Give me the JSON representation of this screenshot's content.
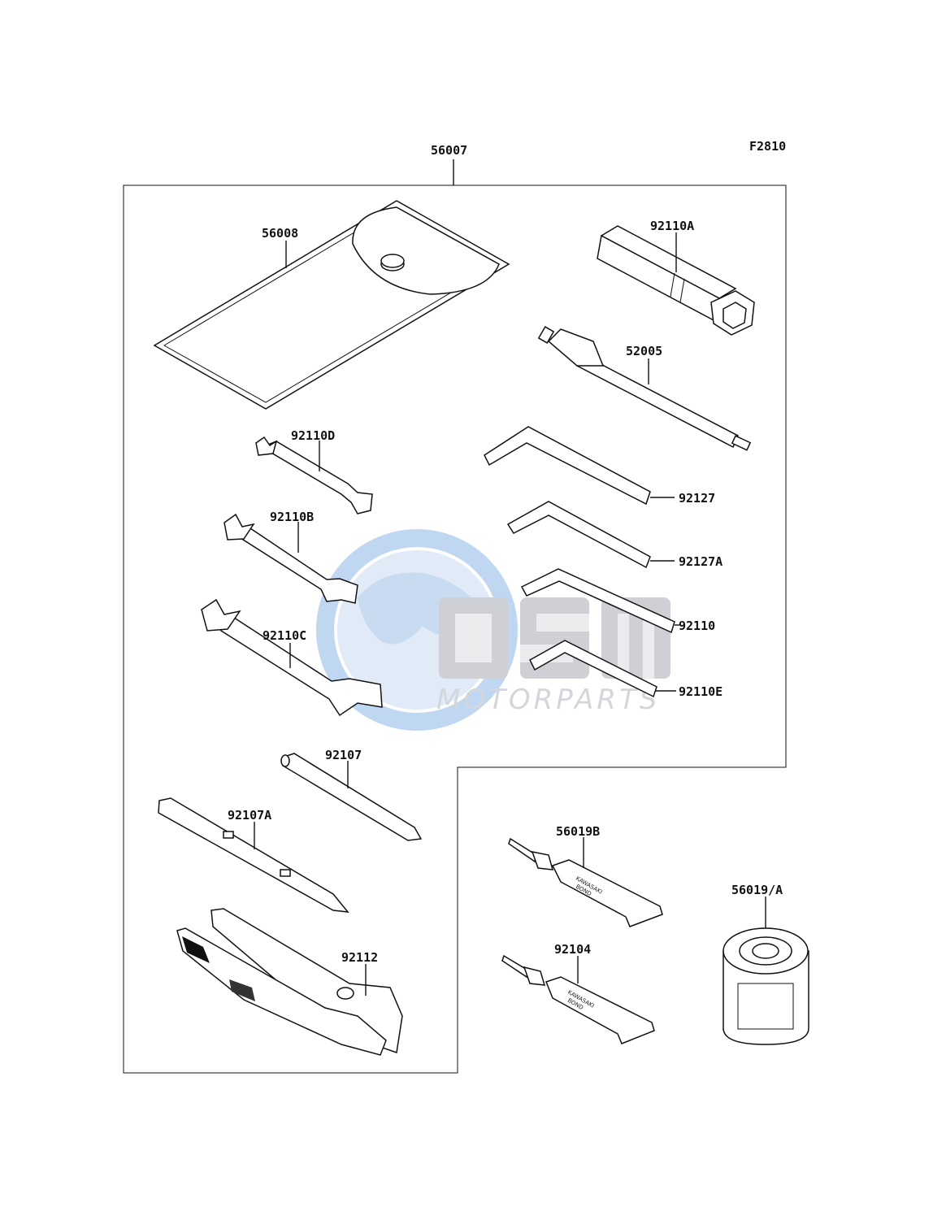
{
  "diagram": {
    "figure_code": "F2810",
    "callouts": {
      "kit": "56007",
      "case": "56008",
      "plug_wrench": "92110A",
      "driver_handle": "52005",
      "wrench_d": "92110D",
      "wrench_b": "92110B",
      "wrench_c": "92110C",
      "hex_1": "92127",
      "hex_2": "92127A",
      "hex_3": "92110",
      "hex_4": "92110E",
      "screwdriver": "92107",
      "screwdriver_a": "92107A",
      "pliers": "92112",
      "bond_b": "56019B",
      "bond": "92104",
      "filter": "56019/A"
    },
    "tube_print": {
      "line1": "KAWASAKI",
      "line2": "BOND"
    }
  },
  "watermark": {
    "logo_text": "OSM",
    "sub_text": "MOTORPARTS",
    "colors": {
      "globe": "#a9c9ec",
      "letters": "#c9ccd1",
      "sub": "#d0d3d8"
    }
  }
}
